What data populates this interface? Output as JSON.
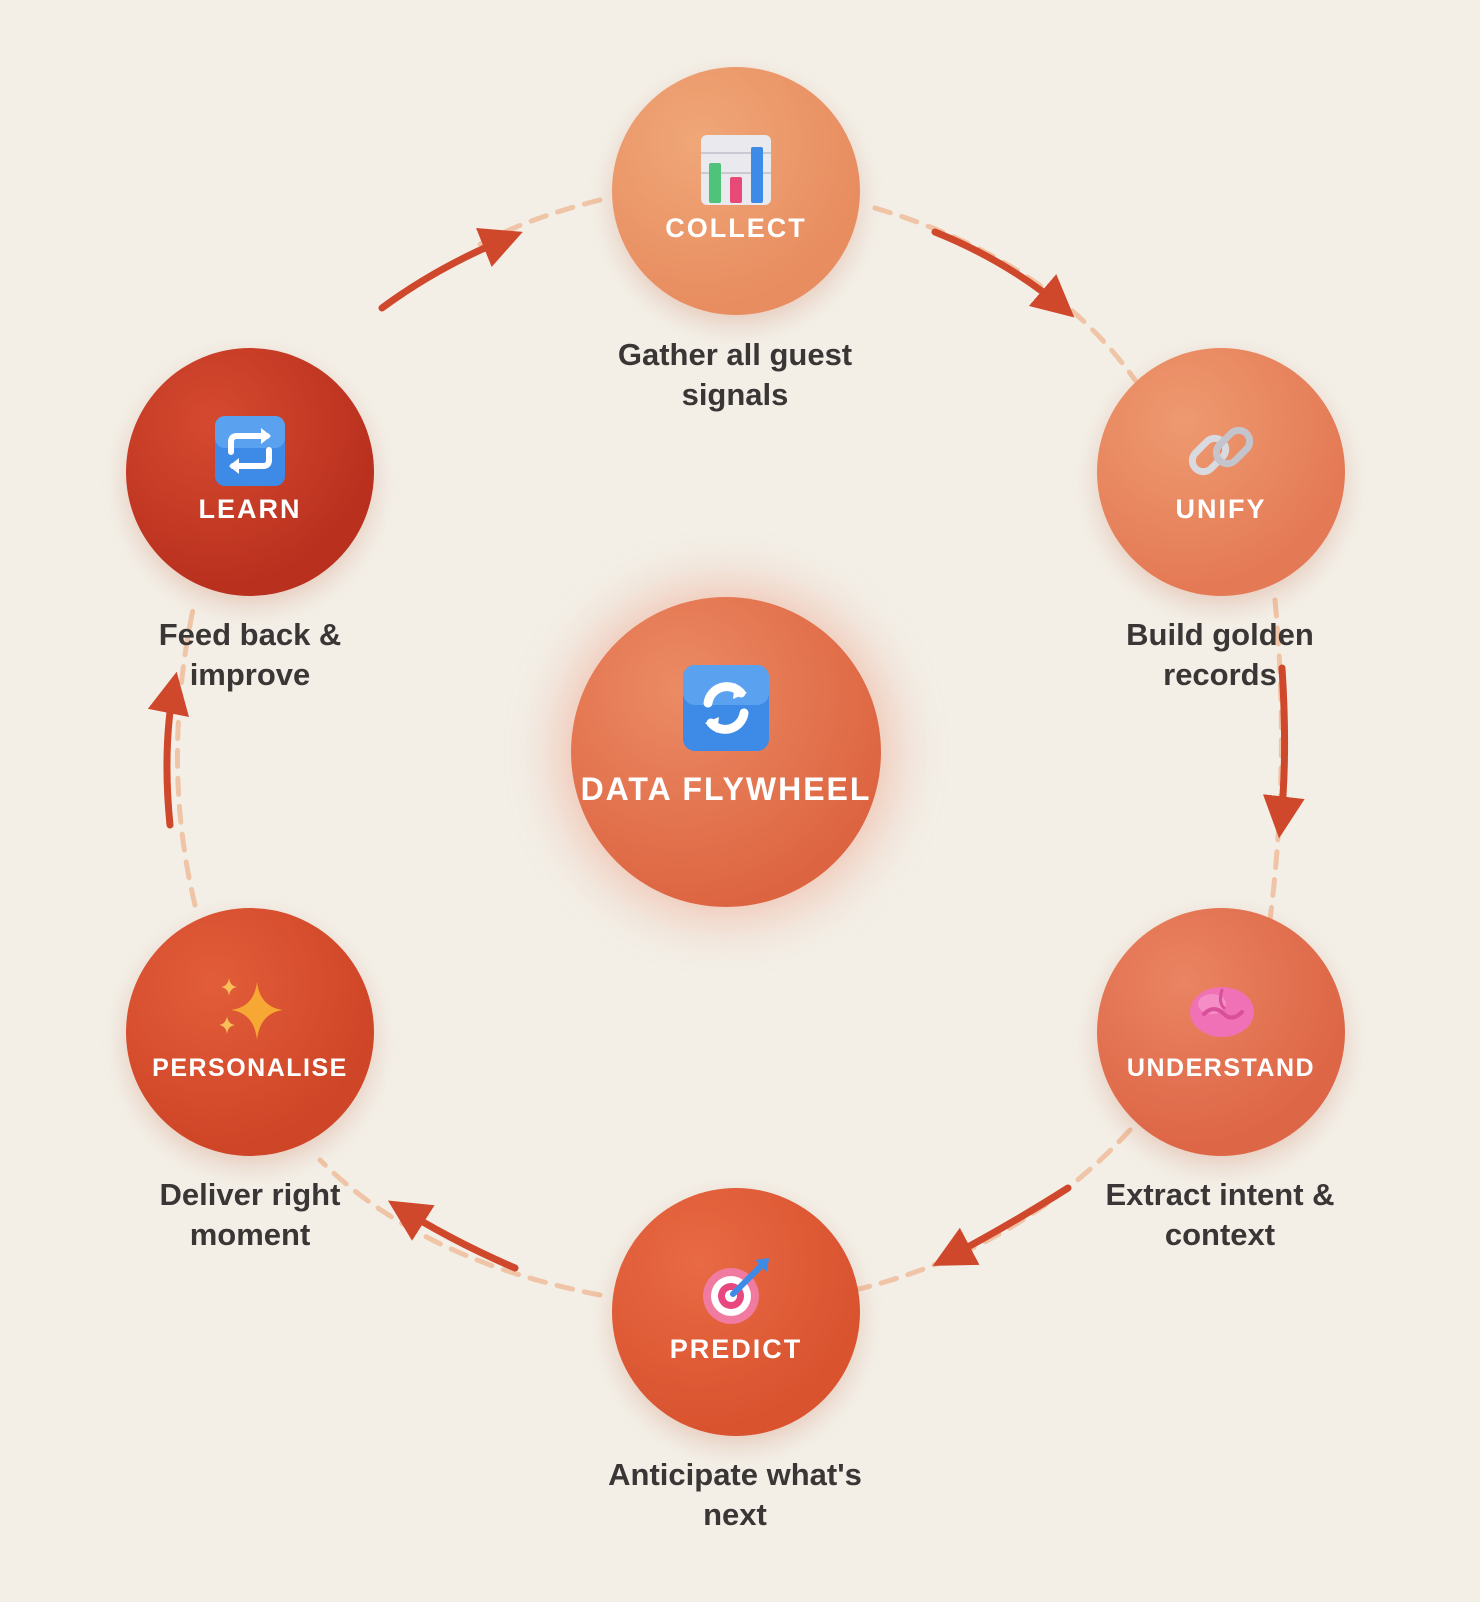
{
  "center": {
    "label": "DATA FLYWHEEL",
    "icon": "sync-icon"
  },
  "steps": [
    {
      "id": "collect",
      "label": "COLLECT",
      "caption": "Gather all guest signals",
      "icon": "bar-chart-icon",
      "color": "#ec9a6c"
    },
    {
      "id": "unify",
      "label": "UNIFY",
      "caption": "Build golden records",
      "icon": "link-icon",
      "color": "#e88862"
    },
    {
      "id": "understand",
      "label": "UNDERSTAND",
      "caption": "Extract intent & context",
      "icon": "brain-icon",
      "color": "#e37352"
    },
    {
      "id": "predict",
      "label": "PREDICT",
      "caption": "Anticipate what's next",
      "icon": "target-icon",
      "color": "#e05c38"
    },
    {
      "id": "personalise",
      "label": "PERSONALISE",
      "caption": "Deliver right moment",
      "icon": "sparkles-icon",
      "color": "#d84e2f"
    },
    {
      "id": "learn",
      "label": "LEARN",
      "caption": "Feed back & improve",
      "icon": "repeat-icon",
      "color": "#c53c24"
    }
  ],
  "colors": {
    "background": "#f3efe7",
    "arrow": "#d0482c",
    "dash": "#f0c4a6",
    "caption_text": "#3a3636"
  }
}
